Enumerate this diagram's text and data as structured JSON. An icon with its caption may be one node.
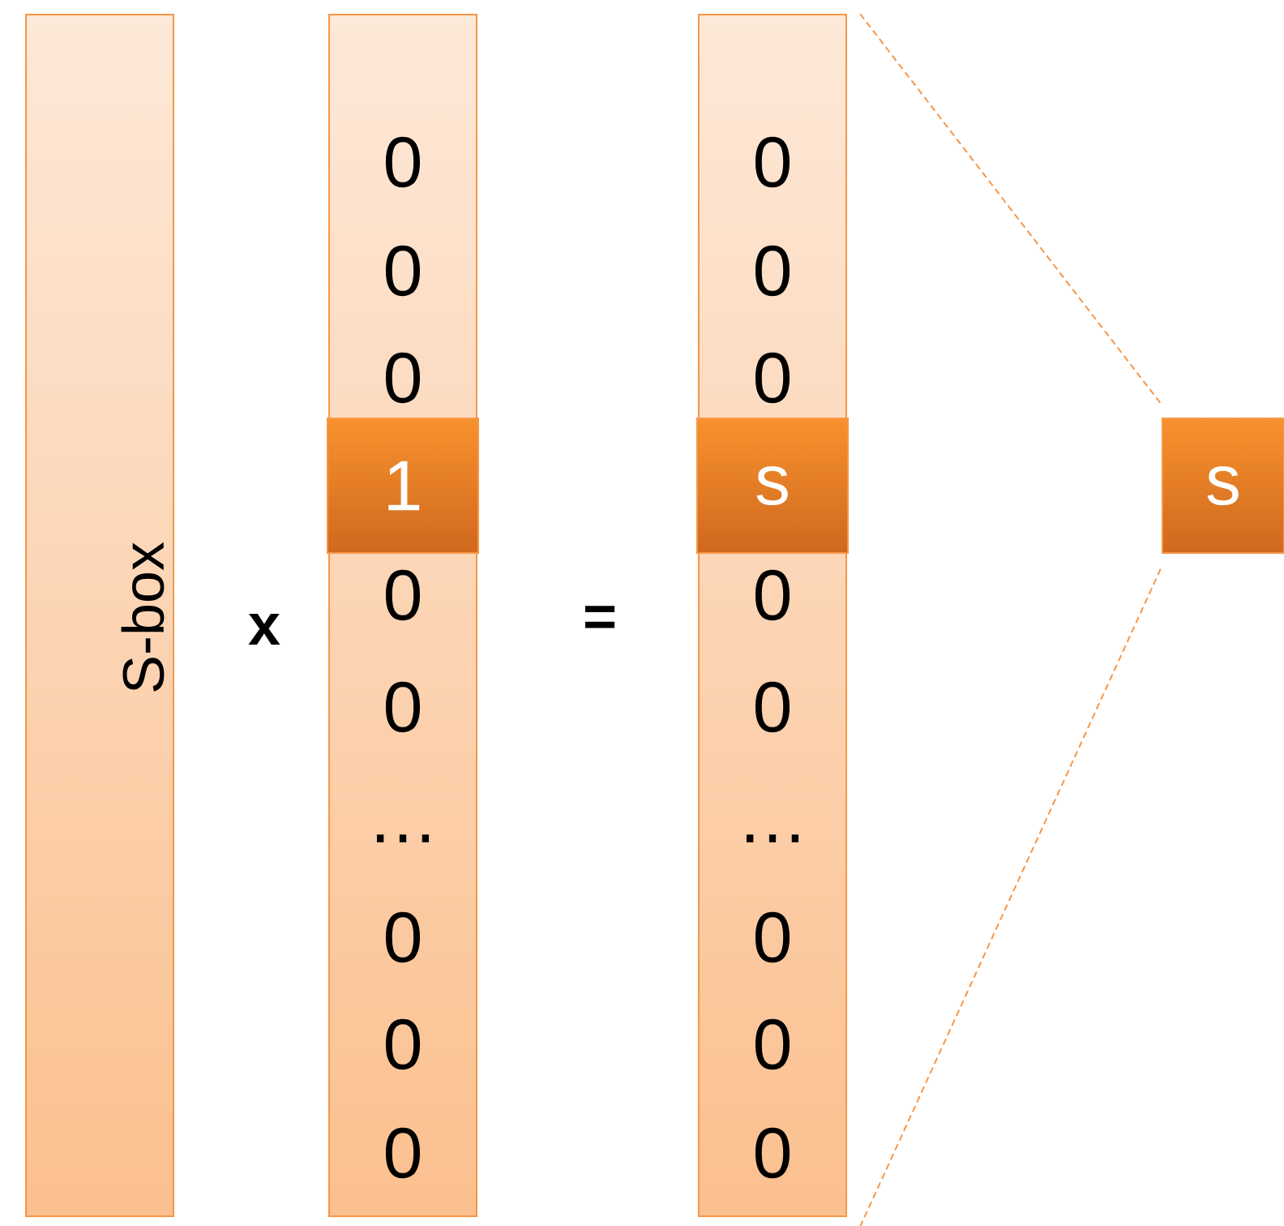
{
  "diagram": {
    "nodes": [
      {
        "text": [
          "S-box"
        ]
      },
      {
        "text": [
          "0",
          "0",
          "0",
          "0",
          "0",
          "…",
          "0",
          "0",
          "0"
        ]
      },
      {
        "text": [
          "1"
        ],
        "in": 1
      },
      {
        "text": [
          "0",
          "0",
          "0",
          "0",
          "0",
          "…",
          "0",
          "0",
          "0"
        ]
      },
      {
        "text": [
          "s"
        ],
        "in": 3
      },
      {
        "text": [
          "s"
        ]
      }
    ],
    "edges": [
      {
        "from": 3,
        "to": 5,
        "arrow": "none",
        "style": "dashed"
      },
      {
        "from": 3,
        "to": 5,
        "arrow": "none",
        "style": "dashed"
      }
    ],
    "labels": [
      "x",
      "="
    ]
  }
}
